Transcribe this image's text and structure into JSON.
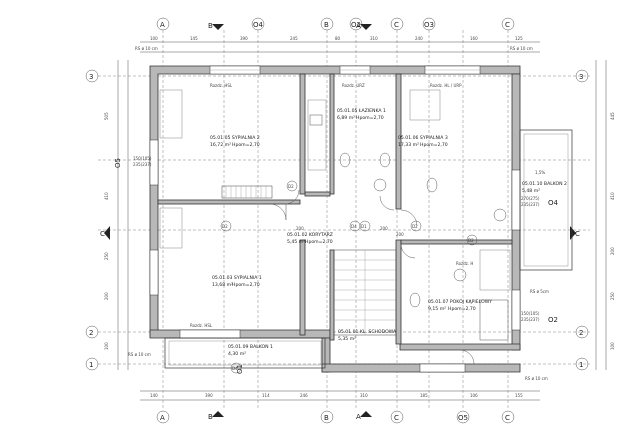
{
  "axes": {
    "A": "A",
    "B": "B",
    "C": "C",
    "O1": "O1",
    "O2": "O2",
    "O3": "O3",
    "O4": "O4",
    "O5": "O5",
    "r1": "1",
    "r2": "2",
    "r3": "3"
  },
  "section": {
    "c": "C"
  },
  "rooms": [
    {
      "code": "05.01.05 SYPIALNIA 2",
      "area": "16,72 m²",
      "height": "Hpom=2,70"
    },
    {
      "code": "05.01.06 SYPIALNIA 3",
      "area": "17,33 m²",
      "height": "Hpom=2,70"
    },
    {
      "code": "05.01.05 ŁAZIENKA 1",
      "area": "6,89 m²",
      "height": "Hpom=2,70"
    },
    {
      "code": "05.01.03 SYPIALNIA 1",
      "area": "13,68 m²",
      "height": "Hpom=2,70"
    },
    {
      "code": "05.01.02 KORYTARZ",
      "area": "5,45 m²",
      "height": "Hpom=2,70"
    },
    {
      "code": "05.01.01 KL. SCHODOWA",
      "area": "5,35 m²",
      "height": ""
    },
    {
      "code": "05.01.07 POKÓJ KĄPIELOWY",
      "area": "9,15 m²",
      "height": "Hpom=2,70"
    },
    {
      "code": "05.01.10 BALKON 2",
      "area": "5,48 m²",
      "height": ""
    },
    {
      "code": "05.01.09 BALKON 1",
      "area": "4,30 m²",
      "height": ""
    }
  ],
  "doors": {
    "d1": "D2",
    "d2": "D2",
    "d3": "D2",
    "d4": "D1",
    "d5": "D4",
    "d6": "D2",
    "d7": "D4"
  },
  "notes": {
    "rs_top_left": "RS ø 10 cm",
    "rs_top_right": "RS ø 10 cm",
    "rs_bottom_left": "RS ø 10 cm",
    "rs_bottom_right": "RS ø 10 cm",
    "rs_right_mid": "RS ø 5cm",
    "rozdz_hsl": "Rozdz. HSL",
    "rozdz_urz": "Rozdz. URZ",
    "rozdz_hl": "Rozdz. HL / URP",
    "rozdz_hsl2": "Rozdz. HSL",
    "rozdz_h": "Rozdz. H",
    "win1": "150(105)",
    "win1b": "235(237)",
    "win2": "270(275)",
    "win2b": "235(237)",
    "win3": "150(105)",
    "win3b": "235(237)",
    "slope": "1,5%",
    "h200a": "200",
    "h200b": "200",
    "h200c": "200"
  },
  "dims_top": [
    "100",
    "145",
    "390",
    "245",
    "80",
    "310",
    "240",
    "160",
    "125"
  ],
  "dims_bottom": [
    "140",
    "390",
    "114",
    "246",
    "310",
    "185",
    "106",
    "155"
  ],
  "dims_right": [
    "445",
    "410",
    "200",
    "250",
    "100"
  ],
  "dims_left": [
    "505",
    "410",
    "250",
    "200",
    "100"
  ]
}
